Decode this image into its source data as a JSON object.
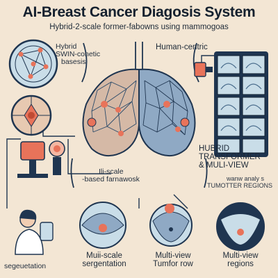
{
  "header": {
    "title": "AI-Breast Cancer Diagosis System",
    "subtitle": "Hybrid-2-scale former-fabowns using mammogoas"
  },
  "labels": {
    "hybrid_swin": [
      "Hybrid",
      "SWIN-conetic",
      "basesis"
    ],
    "human_centric": "Human-centric",
    "multi_scale": [
      "Ili-scale",
      "-based farnawosk"
    ],
    "hybrid_transformer": [
      "HUBRID",
      "TRANSFORMER",
      "& MULI-VIEW"
    ],
    "tumor_regions": [
      "wanw analy s",
      "TUMOTTER REGIONS"
    ],
    "segmentation": "segeuetation",
    "bottom_multiscale": [
      "Muii-scale",
      "sergentation"
    ],
    "bottom_multiview_tumor": [
      "Multi-view",
      "Tumfor row"
    ],
    "bottom_multiview_regions": [
      "Multi-view",
      "regions"
    ]
  },
  "colors": {
    "background": "#f3e6d4",
    "navy": "#1f3550",
    "coral": "#e8735a",
    "light_blue": "#c9dde8"
  },
  "icons": [
    "brain-network-icon",
    "scan-panel-icon",
    "flower-lesion-icon",
    "doctor-icon",
    "tumor-scan-icon"
  ]
}
